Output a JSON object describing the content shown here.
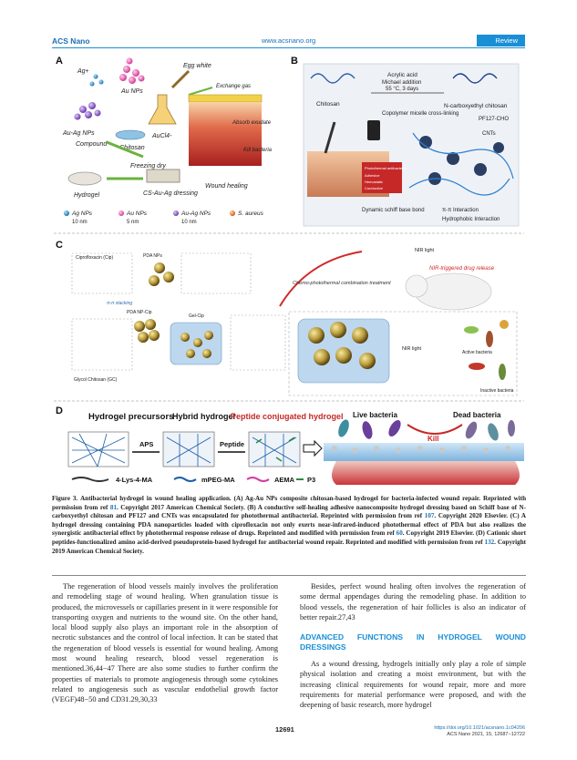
{
  "header": {
    "journal": "ACS Nano",
    "url": "www.acsnano.org",
    "section": "Review"
  },
  "figure": {
    "panels": {
      "a": "A",
      "b": "B",
      "c": "C",
      "d": "D"
    },
    "a": {
      "ag": "Ag+",
      "au_nps": "Au NPs",
      "egg_white": "Egg white",
      "aucl": "AuCl4-",
      "auag": "Au-Ag NPs",
      "compound": "Compound",
      "chitosan": "Chitosan",
      "freezing": "Freezing dry",
      "hydrogel": "Hydrogel",
      "csauag": "CS-Au-Ag dressing",
      "exchange": "Exchange gas",
      "absorb": "Absorb exudate",
      "kill": "Kill bacteria",
      "healing": "Wound healing",
      "legend": [
        "Ag NPs",
        "Au NPs",
        "Au-Ag NPs",
        "S. aureus"
      ],
      "legend_sizes": [
        "10 nm",
        "5 nm",
        "10 nm"
      ]
    },
    "b": {
      "acrylic": "Acrylic acid",
      "michael": "Michael addition",
      "temp": "55 °C, 3 days",
      "chitosan": "Chitosan",
      "ncec": "N-carboxyethyl chitosan",
      "micelle": "Copolymer micelle cross-linking",
      "pf": "PF127-CHO",
      "cnts": "CNTs",
      "props": [
        "Photothermal antibacteria",
        "Adhesive",
        "Hemostatic",
        "Conductive"
      ],
      "schiff": "Dynamic schiff base bond",
      "pipi": "π-π Interaction",
      "hydro": "Hydrophobic Interaction"
    },
    "c": {
      "cip": "Ciprofloxacin (Cip)",
      "pda": "PDA NPs",
      "stack": "π-π stacking",
      "pdacip": "PDA NP-Cip",
      "gelcip": "Gel-Cip",
      "gc": "Glycol Chitosan (GC)",
      "nir": "NIR light",
      "release": "NIR-triggered drug release",
      "chemo": "Chemo-photothermal combination treatment",
      "nir2": "NIR light",
      "active": "Active bacteria",
      "inactive": "Inactive bacteria"
    },
    "d": {
      "precursors": "Hydrogel precursors",
      "hybrid": "Hybrid hydrogel",
      "peptide_conj": "Peptide conjugated hydrogel",
      "aps": "APS",
      "peptide": "Peptide",
      "live": "Live bacteria",
      "dead": "Dead bacteria",
      "kill": "Kill",
      "legend": [
        "4-Lys-4-MA",
        "mPEG-MA",
        "AEMA",
        "P3"
      ]
    }
  },
  "caption": {
    "label": "Figure 3.",
    "title": "Antibacterial hydrogel in wound healing application.",
    "text_a": "(A) Ag-Au NPs composite chitosan-based hydrogel for bacteria-infected wound repair. Reprinted with permission from ref",
    "ref_a": "81",
    "text_a2": ". Copyright 2017 American Chemical Society. (B) A conductive self-healing adhesive nanocomposite hydrogel dressing based on Schiff base of N-carboxyethyl chitosan and PF127 and CNTs was encapsulated for photothermal antibacterial. Reprinted with permission from ref",
    "ref_b": "107",
    "text_b2": ". Copyright 2020 Elsevier. (C) A hydrogel dressing containing PDA nanoparticles loaded with ciprofloxacin not only exerts near-infrared-induced photothermal effect of PDA but also realizes the synergistic antibacterial effect by photothermal response release of drugs. Reprinted and modified with permission from ref",
    "ref_c": "60",
    "text_c2": ". Copyright 2019 Elsevier. (D) Cationic short peptides-functionalized amino acid-derived pseudoprotein-based hydrogel for antibacterial wound repair. Reprinted and modified with permission from ref",
    "ref_d": "132",
    "text_d2": ". Copyright 2019 American Chemical Society."
  },
  "body": {
    "left_p": "The regeneration of blood vessels mainly involves the proliferation and remodeling stage of wound healing. When granulation tissue is produced, the microvessels or capillaries present in it were responsible for transporting oxygen and nutrients to the wound site. On the other hand, local blood supply also plays an important role in the absorption of necrotic substances and the control of local infection. It can be stated that the regeneration of blood vessels is essential for wound healing. Among most wound healing research, blood vessel regeneration is mentioned.36,44−47 There are also some studies to further confirm the properties of materials to promote angiogenesis through some cytokines related to angiogenesis such as vascular endothelial growth factor (VEGF)48−50 and CD31.29,30,33",
    "right_p": "Besides, perfect wound healing often involves the regeneration of some dermal appendages during the remodeling phase. In addition to blood vessels, the regeneration of hair follicles is also an indicator of better repair.27,43",
    "section_title": "ADVANCED FUNCTIONS IN HYDROGEL WOUND DRESSINGS",
    "right_p2": "As a wound dressing, hydrogels initially only play a role of simple physical isolation and creating a moist environment, but with the increasing clinical requirements for wound repair, more and more requirements for material performance were proposed, and with the deepening of basic research, more hydrogel"
  },
  "footer": {
    "page": "12691",
    "doi": "https://doi.org/10.1021/acsnano.1c04206",
    "citation": "ACS Nano 2021, 15, 12687−12722"
  }
}
